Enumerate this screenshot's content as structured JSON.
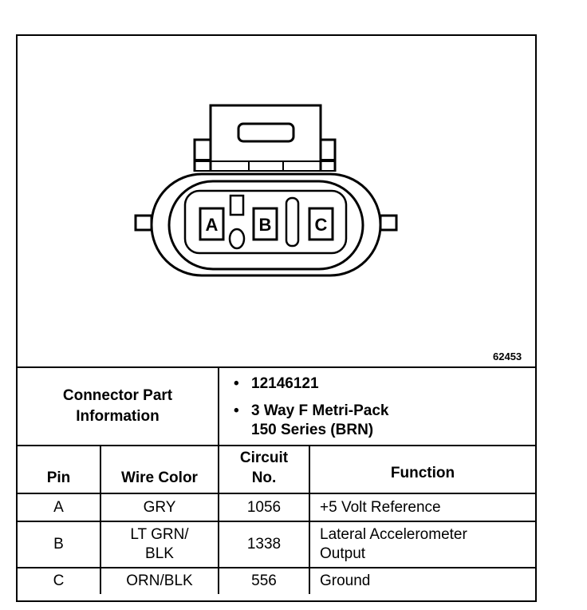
{
  "diagram": {
    "figure_id": "62453",
    "cavities": [
      "A",
      "B",
      "C"
    ]
  },
  "part_info": {
    "label_line1": "Connector Part",
    "label_line2": "Information",
    "part_number": "12146121",
    "desc_line1": "3 Way F Metri-Pack",
    "desc_line2": "150 Series (BRN)"
  },
  "table": {
    "headers": {
      "pin": "Pin",
      "wire_color": "Wire Color",
      "circuit_line1": "Circuit",
      "circuit_line2": "No.",
      "function": "Function"
    },
    "rows": [
      {
        "pin": "A",
        "wire1": "GRY",
        "wire2": "",
        "circuit": "1056",
        "func1": "+5 Volt Reference",
        "func2": ""
      },
      {
        "pin": "B",
        "wire1": "LT GRN/",
        "wire2": "BLK",
        "circuit": "1338",
        "func1": "Lateral Accelerometer",
        "func2": "Output"
      },
      {
        "pin": "C",
        "wire1": "ORN/BLK",
        "wire2": "",
        "circuit": "556",
        "func1": "Ground",
        "func2": ""
      }
    ]
  }
}
